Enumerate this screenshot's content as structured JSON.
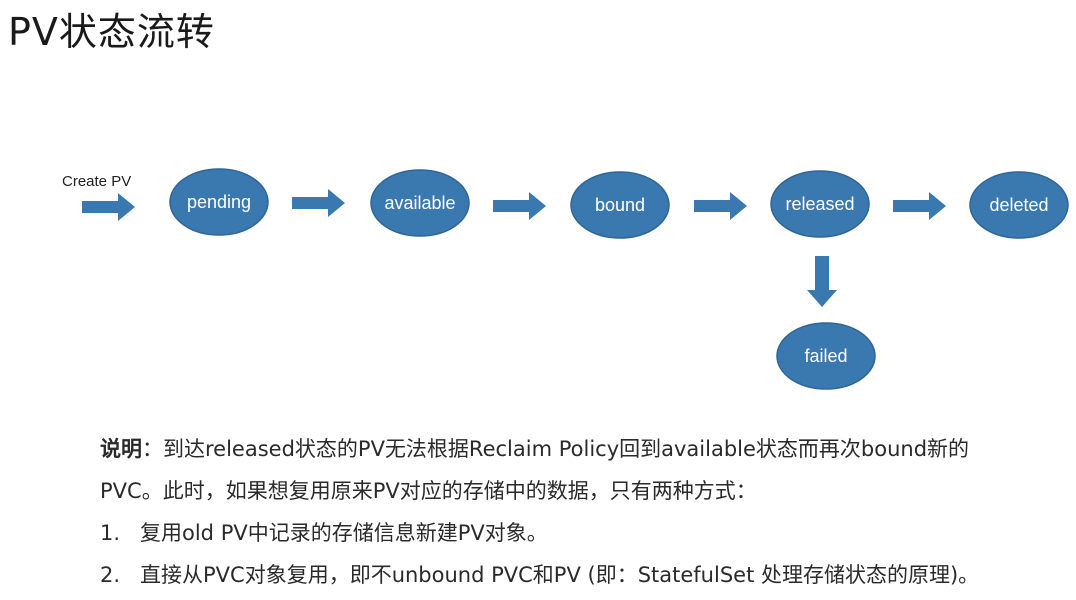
{
  "title": "PV状态流转",
  "diagram": {
    "start_label": "Create PV",
    "states": [
      "pending",
      "available",
      "bound",
      "released",
      "deleted"
    ],
    "branch_state": "failed",
    "colors": {
      "node_fill": "#3a79b0",
      "node_stroke": "#2f6597",
      "arrow": "#3a79b0",
      "node_text": "#ffffff"
    }
  },
  "notes": {
    "label": "说明",
    "colon": "：",
    "line1_rest": "到达released状态的PV无法根据Reclaim Policy回到available状态而再次bound新的",
    "line2": "PVC。此时，如果想复用原来PV对应的存储中的数据，只有两种方式：",
    "items": [
      {
        "num": "1.",
        "text": "复用old PV中记录的存储信息新建PV对象。"
      },
      {
        "num": "2.",
        "text": "直接从PVC对象复用，即不unbound PVC和PV (即：StatefulSet 处理存储状态的原理)。"
      }
    ]
  }
}
